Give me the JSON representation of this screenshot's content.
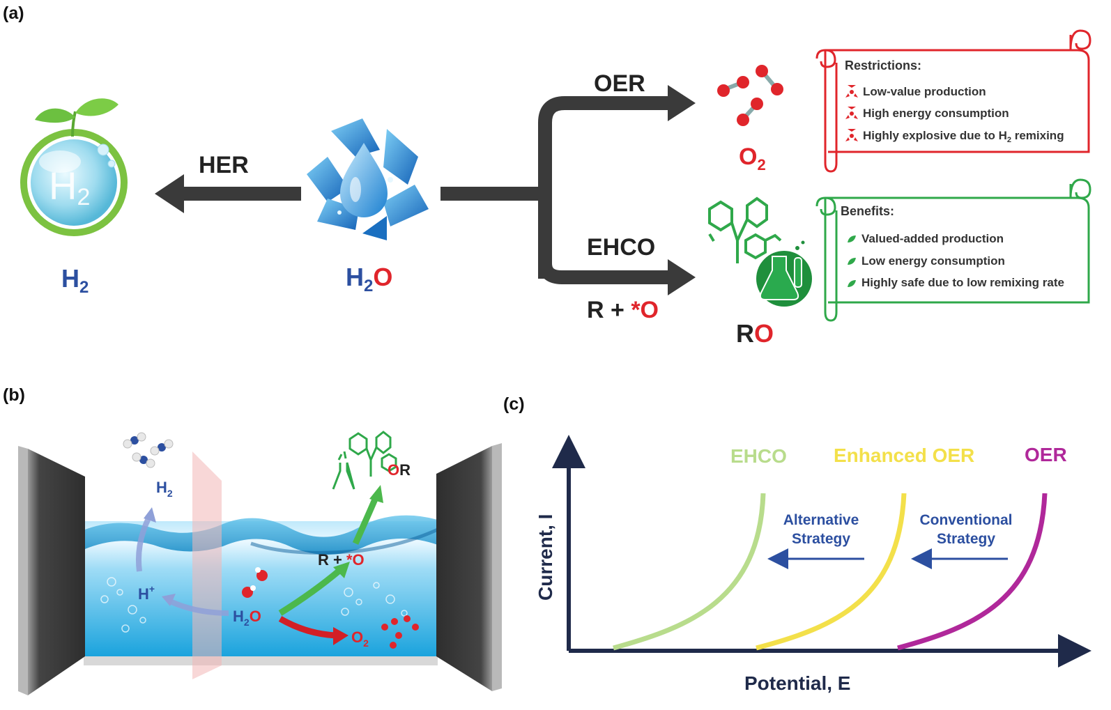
{
  "panel_a": {
    "label": "(a)",
    "her_label": "HER",
    "oer_label": "OER",
    "ehco_label": "EHCO",
    "h2": {
      "main": "H",
      "sub": "2"
    },
    "h2_bubble": {
      "main": "H",
      "sub": "2"
    },
    "h2o": {
      "h": "H",
      "sub": "2",
      "o": "O"
    },
    "o2": {
      "main": "O",
      "sub": "2"
    },
    "r_plus_o": {
      "r": "R + ",
      "o": "*O"
    },
    "ro": {
      "r": "R",
      "o": "O"
    },
    "restrictions": {
      "title": "Restrictions:",
      "items": [
        "Low-value production",
        "High energy consumption"
      ],
      "item3": {
        "pre": "Highly explosive due to H",
        "sub": "2",
        "post": " remixing"
      }
    },
    "benefits": {
      "title": "Benefits:",
      "items": [
        "Valued-added production",
        "Low energy consumption",
        "Highly safe due to low remixing rate"
      ]
    }
  },
  "panel_b": {
    "label": "(b)",
    "h2": {
      "main": "H",
      "sub": "2"
    },
    "hplus": {
      "main": "H",
      "sup": "+"
    },
    "h2o": {
      "h": "H",
      "sub": "2",
      "o": "O"
    },
    "r_plus_o": {
      "r": "R + ",
      "o": "*O"
    },
    "or": {
      "o": "O",
      "r": "R"
    },
    "o2": {
      "main": "O",
      "sub": "2"
    }
  },
  "panel_c": {
    "label": "(c)",
    "xlabel": "Potential, E",
    "ylabel": "Current, I",
    "curves": [
      {
        "name": "EHCO",
        "color": "#b8dc8c"
      },
      {
        "name": "Enhanced OER",
        "color": "#f3e04a"
      },
      {
        "name": "OER",
        "color": "#b0289a"
      }
    ],
    "alt_strategy": [
      "Alternative",
      "Strategy"
    ],
    "conv_strategy": [
      "Conventional",
      "Strategy"
    ]
  },
  "colors": {
    "blue": "#2c4fa0",
    "red": "#e0252b",
    "green": "#2fa84a",
    "arrow_dark": "#3a3a3a"
  }
}
